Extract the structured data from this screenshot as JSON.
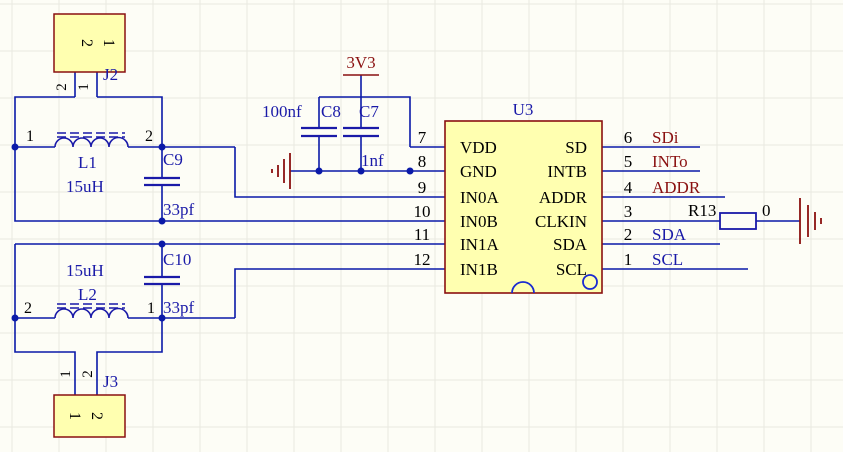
{
  "colors": {
    "wire": "#0b1aa8",
    "component": "#1a1aa8",
    "chip_fill": "#ffffb0",
    "chip_stroke": "#8a1010",
    "net_label": "#8a1010",
    "text": "#000000",
    "pin_circle": "#1a2ad0",
    "grid": "#e9e9e0",
    "background": "#fdfdf6"
  },
  "power": {
    "label": "3V3"
  },
  "ic": {
    "designator": "U3",
    "left_pins": [
      {
        "num": "7",
        "name": "VDD"
      },
      {
        "num": "8",
        "name": "GND"
      },
      {
        "num": "9",
        "name": "IN0A"
      },
      {
        "num": "10",
        "name": "IN0B"
      },
      {
        "num": "11",
        "name": "IN1A"
      },
      {
        "num": "12",
        "name": "IN1B"
      }
    ],
    "right_pins": [
      {
        "num": "6",
        "name": "SD",
        "net": "SDi"
      },
      {
        "num": "5",
        "name": "INTB",
        "net": "INTo"
      },
      {
        "num": "4",
        "name": "ADDR",
        "net": "ADDR"
      },
      {
        "num": "3",
        "name": "CLKIN",
        "net": ""
      },
      {
        "num": "2",
        "name": "SDA",
        "net": "SDA"
      },
      {
        "num": "1",
        "name": "SCL",
        "net": "SCL"
      }
    ]
  },
  "connectors": {
    "J2": {
      "designator": "J2",
      "pins": [
        "2",
        "1"
      ]
    },
    "J3": {
      "designator": "J3",
      "pins": [
        "1",
        "2"
      ]
    }
  },
  "inductors": {
    "L1": {
      "designator": "L1",
      "value": "15uH",
      "pin_a": "1",
      "pin_b": "2"
    },
    "L2": {
      "designator": "L2",
      "value": "15uH",
      "pin_a": "2",
      "pin_b": "1"
    }
  },
  "capacitors": {
    "C7": {
      "designator": "C7",
      "value": "1nf"
    },
    "C8": {
      "designator": "C8",
      "value": "100nf"
    },
    "C9": {
      "designator": "C9",
      "value": "33pf"
    },
    "C10": {
      "designator": "C10",
      "value": "33pf"
    }
  },
  "resistor": {
    "designator": "R13",
    "value": "0"
  }
}
